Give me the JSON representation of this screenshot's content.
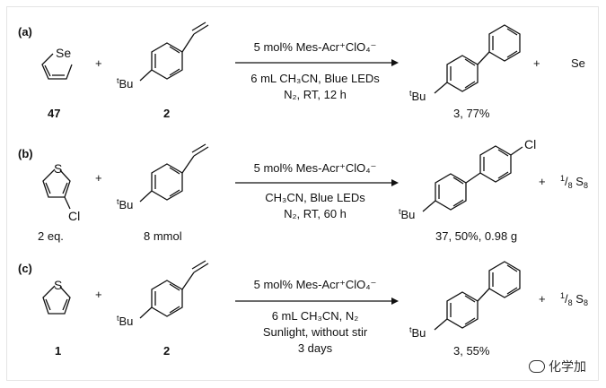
{
  "panels": [
    {
      "label": "(a)",
      "reactant1_atom": "Se",
      "reactant1_number": "47",
      "reactant2_number": "2",
      "conditions": {
        "line1": "5 mol% Mes-Acr⁺ClO₄⁻",
        "line2": "6 mL CH₃CN, Blue LEDs",
        "line3": "N₂, RT, 12 h"
      },
      "product_caption": "3, 77%",
      "byproduct": "Se"
    },
    {
      "label": "(b)",
      "reactant1_atom": "S",
      "reactant1_substituent": "Cl",
      "reactant1_number": "2 eq.",
      "reactant2_number": "8 mmol",
      "conditions": {
        "line1": "5 mol% Mes-Acr⁺ClO₄⁻",
        "line2": "CH₃CN, Blue LEDs",
        "line3": "N₂, RT, 60 h"
      },
      "product_substituent": "Cl",
      "product_caption": "37, 50%, 0.98 g",
      "byproduct": "1/8 S8"
    },
    {
      "label": "(c)",
      "reactant1_atom": "S",
      "reactant1_number": "1",
      "reactant2_number": "2",
      "conditions": {
        "line1": "5 mol% Mes-Acr⁺ClO₄⁻",
        "line2": "6 mL CH₃CN, N₂",
        "line3": "Sunlight, without stir",
        "line4": "3 days"
      },
      "product_caption": "3, 55%",
      "byproduct": "1/8 S8"
    }
  ],
  "tbu_label": "tBu",
  "plus_sign": "+",
  "watermark": "化学加"
}
